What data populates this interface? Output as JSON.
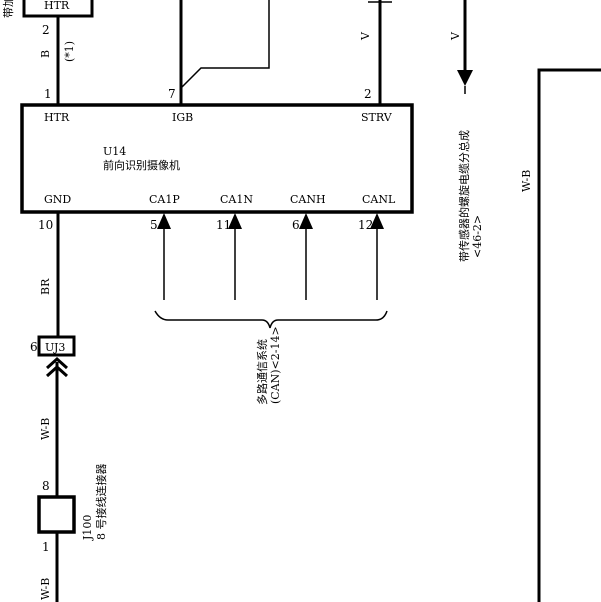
{
  "top_left": {
    "cut_label": "带加",
    "htr_label": "HTR",
    "pin_top": "2",
    "wire_color": "B",
    "note": "(*1)"
  },
  "ecu": {
    "id": "U14",
    "name": "前向识别摄像机",
    "top_pins": [
      {
        "num": "1",
        "name": "HTR"
      },
      {
        "num": "7",
        "name": "IGB"
      },
      {
        "num": "2",
        "name": "STRV"
      }
    ],
    "bottom_pins": [
      {
        "num": "10",
        "name": "GND"
      },
      {
        "num": "5",
        "name": "CA1P"
      },
      {
        "num": "11",
        "name": "CA1N"
      },
      {
        "num": "6",
        "name": "CANH"
      },
      {
        "num": "12",
        "name": "CANL"
      }
    ]
  },
  "wires": {
    "strv_color": "V",
    "sensor_color": "V",
    "gnd_color": "BR",
    "mid_color": "W-B",
    "bottom_color": "W-B",
    "right_color": "W-B"
  },
  "sensor": {
    "label_line1": "带传感器的螺旋电缆分总成",
    "label_line2": "<46-2>"
  },
  "can": {
    "label_line1": "多路通信系统",
    "label_line2": "(CAN)<2-14>"
  },
  "uj3": {
    "label": "UJ3",
    "pin": "6"
  },
  "j100": {
    "label_line1": "J100",
    "label_line2": "8 号接线连接器",
    "pin_top": "8",
    "pin_bottom": "1"
  }
}
